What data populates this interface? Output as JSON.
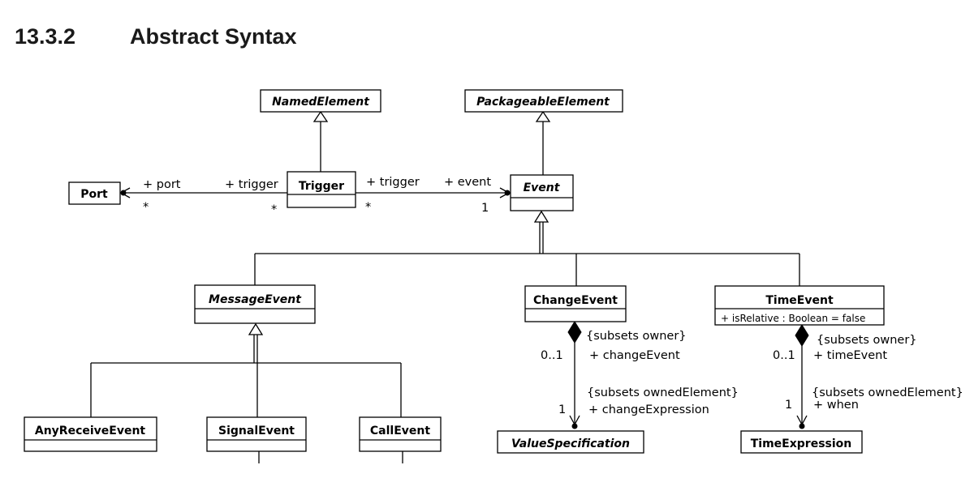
{
  "heading": {
    "number": "13.3.2",
    "title": "Abstract Syntax"
  },
  "classes": {
    "named_element": "NamedElement",
    "packageable_element": "PackageableElement",
    "port": "Port",
    "trigger": "Trigger",
    "event": "Event",
    "message_event": "MessageEvent",
    "change_event": "ChangeEvent",
    "time_event": "TimeEvent",
    "time_event_attr": "+ isRelative : Boolean = false",
    "any_receive_event": "AnyReceiveEvent",
    "signal_event": "SignalEvent",
    "call_event": "CallEvent",
    "value_specification": "ValueSpecification",
    "time_expression": "TimeExpression"
  },
  "labels": {
    "port_role": "+ port",
    "port_mult": "*",
    "trigger_role_left": "+ trigger",
    "trigger_mult_left": "*",
    "trigger_role_right": "+ trigger",
    "trigger_mult_right": "*",
    "event_role": "+ event",
    "event_mult": "1",
    "ce_owner_subsets": "{subsets owner}",
    "ce_owner_mult": "0..1",
    "ce_owner_role": "+ changeEvent",
    "ce_owned_subsets": "{subsets ownedElement}",
    "ce_owned_mult": "1",
    "ce_owned_role": "+ changeExpression",
    "te_owner_subsets": "{subsets owner}",
    "te_owner_mult": "0..1",
    "te_owner_role": "+ timeEvent",
    "te_owned_subsets": "{subsets ownedElement}",
    "te_owned_mult": "1",
    "te_owned_role": "+ when"
  }
}
